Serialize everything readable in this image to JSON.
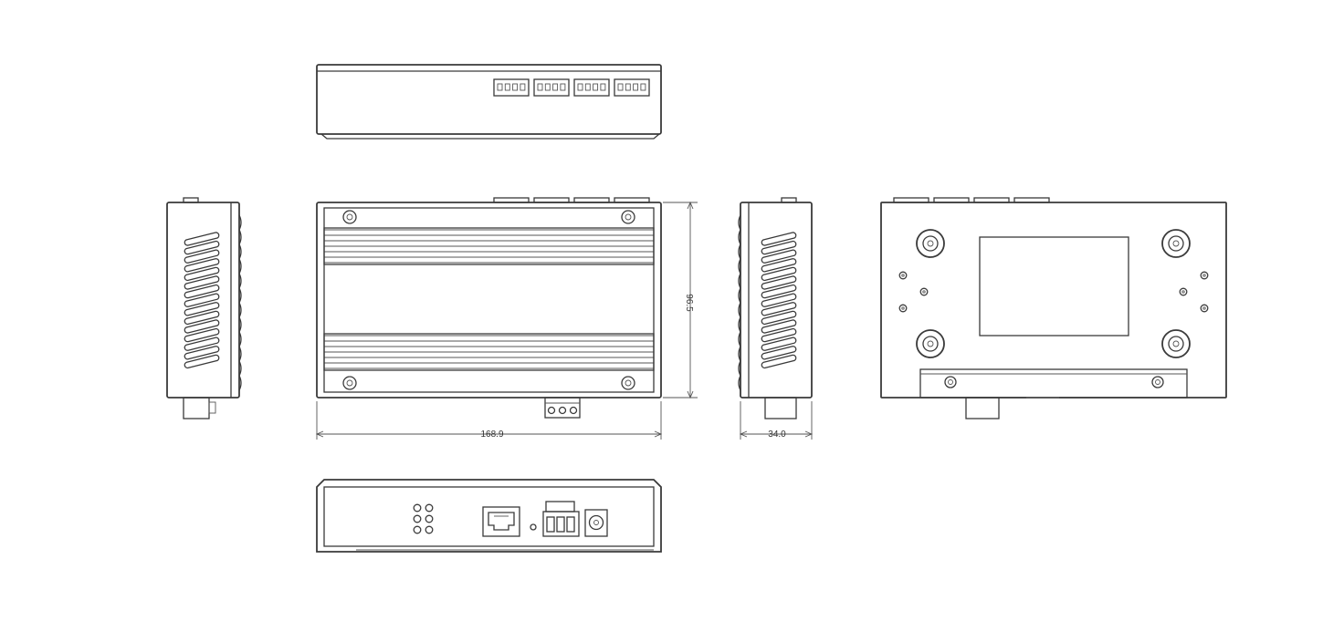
{
  "colors": {
    "line": "#3a3a3a",
    "background": "#ffffff"
  },
  "dimensions": {
    "width_label": "168.9",
    "height_label": "96.5",
    "depth_label": "34.0"
  },
  "views": {
    "top": {
      "terminal_blocks": 4,
      "pins_per_block": 4
    },
    "front": {
      "mount_screws": 4,
      "fin_groups": 2,
      "fins_per_group": 7
    },
    "left_side": {
      "vent_slots": 15
    },
    "right_side": {
      "vent_slots": 15
    },
    "rear": {
      "mount_holes": 4,
      "small_holes": 6
    },
    "bottom": {
      "led_count": 6,
      "ports": [
        "rj45-port-icon",
        "reset-hole-icon",
        "power-terminal-icon",
        "dc-jack-icon"
      ]
    }
  }
}
